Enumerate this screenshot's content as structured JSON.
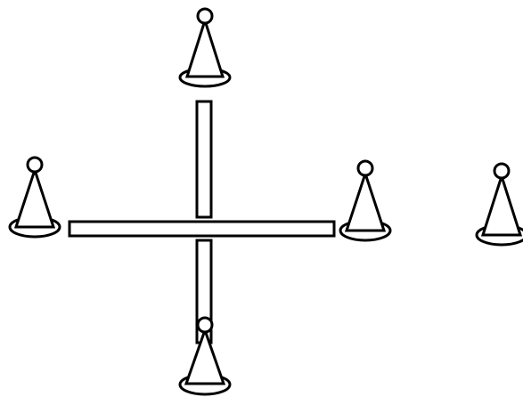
{
  "scene": {
    "background": "#ffffff",
    "stroke": "#000000",
    "fill": "#ffffff",
    "objects": {
      "cones": [
        "cone-icon",
        "cone-icon",
        "cone-icon",
        "cone-icon",
        "cone-icon"
      ],
      "poles": [
        "horizontal-pole",
        "vertical-pole-upper",
        "vertical-pole-lower"
      ]
    }
  }
}
